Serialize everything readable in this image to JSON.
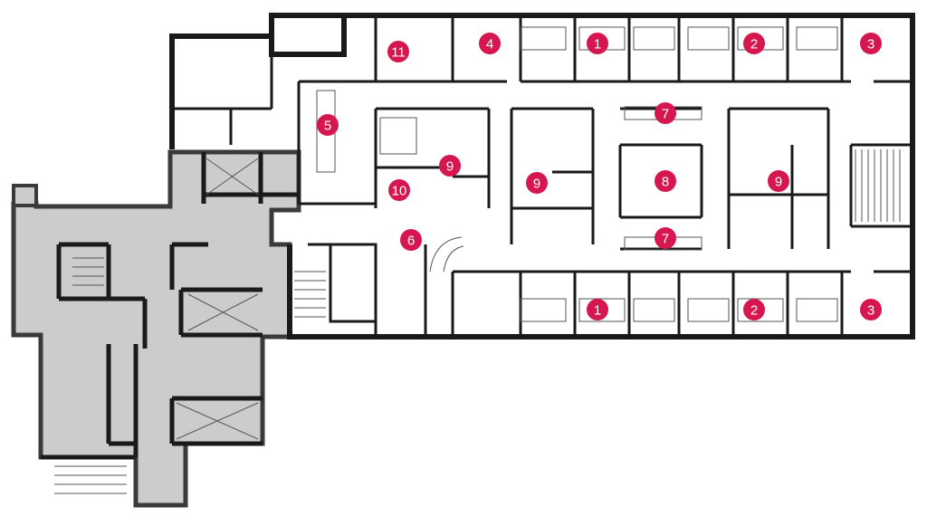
{
  "colors": {
    "accent": "#d6174f",
    "existing_area": "#cccccc",
    "walls": "#1a1a1a"
  },
  "markers": [
    {
      "label": "11"
    },
    {
      "label": "4"
    },
    {
      "label": "1"
    },
    {
      "label": "2"
    },
    {
      "label": "3"
    },
    {
      "label": "5"
    },
    {
      "label": "7"
    },
    {
      "label": "9"
    },
    {
      "label": "9"
    },
    {
      "label": "8"
    },
    {
      "label": "9"
    },
    {
      "label": "10"
    },
    {
      "label": "6"
    },
    {
      "label": "7"
    },
    {
      "label": "1"
    },
    {
      "label": "2"
    },
    {
      "label": "3"
    }
  ]
}
